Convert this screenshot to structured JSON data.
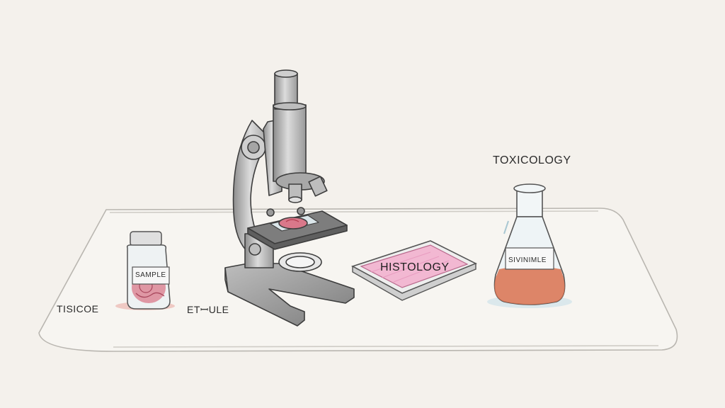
{
  "labels": {
    "toxicology": "TOXICOLOGY",
    "tisicoe": "TISICOE",
    "etule": "ETꟷULE",
    "histology": "HISTOLOGY",
    "sample_jar": "SAMPLE",
    "flask": "SIVINIMLE"
  },
  "colors": {
    "background": "#f4f1ec",
    "ink": "#4a4a4a",
    "tissue_pink": "#d9788a",
    "slide_pink": "#f2b8d2",
    "liquid_orange": "#d9714f",
    "glass_blue": "#cfe3ea"
  }
}
